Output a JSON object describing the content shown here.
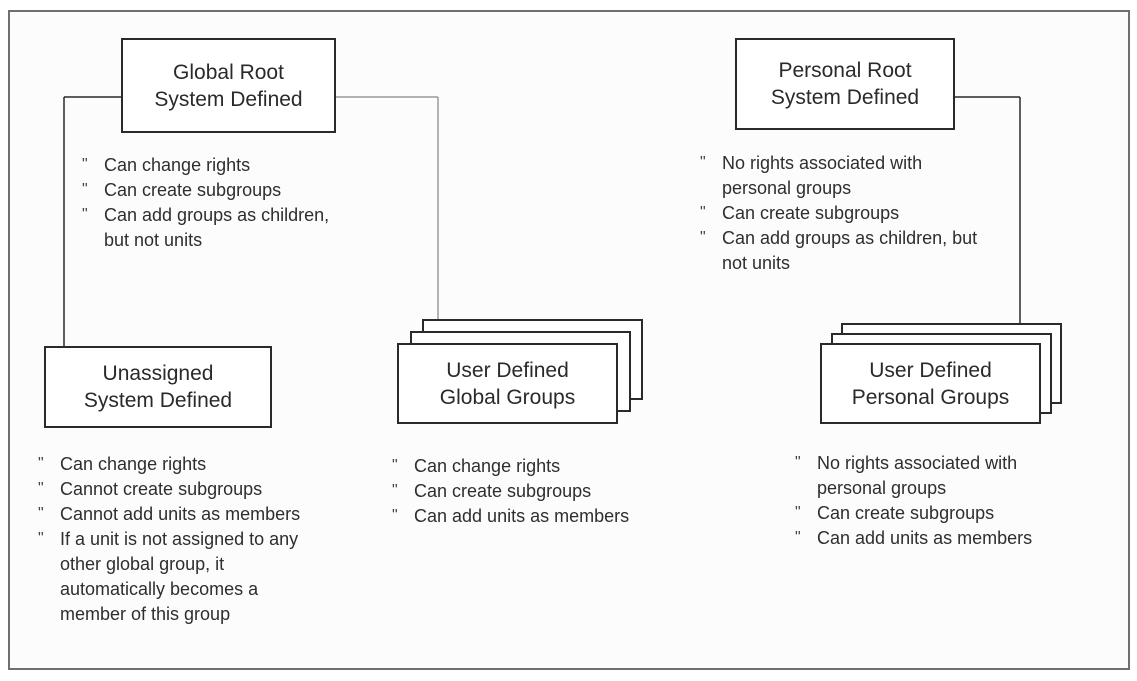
{
  "colors": {
    "frame": "#6f6f6f",
    "box_border": "#2a2a2a",
    "connector": "#2a2a2a",
    "connector_light": "#9a9a9a",
    "text": "#2a2a2a"
  },
  "bullet_mark": "\"",
  "nodes": {
    "global_root": {
      "lines": [
        "Global Root",
        "System Defined"
      ]
    },
    "personal_root": {
      "lines": [
        "Personal Root",
        "System Defined"
      ]
    },
    "unassigned": {
      "lines": [
        "Unassigned",
        "System Defined"
      ]
    },
    "user_global": {
      "lines": [
        "User Defined",
        "Global Groups"
      ]
    },
    "user_personal": {
      "lines": [
        "User Defined",
        "Personal Groups"
      ]
    }
  },
  "notes": {
    "global_root": [
      {
        "lines": [
          "Can change rights"
        ]
      },
      {
        "lines": [
          "Can create subgroups"
        ]
      },
      {
        "lines": [
          "Can add groups as children,",
          "but not units"
        ]
      }
    ],
    "personal_root": [
      {
        "lines": [
          "No rights associated with",
          "personal groups"
        ]
      },
      {
        "lines": [
          "Can create subgroups"
        ]
      },
      {
        "lines": [
          "Can add groups as children, but",
          "not units"
        ]
      }
    ],
    "unassigned": [
      {
        "lines": [
          "Can change rights"
        ]
      },
      {
        "lines": [
          "Cannot create subgroups"
        ]
      },
      {
        "lines": [
          "Cannot add units as members"
        ]
      },
      {
        "lines": [
          "If a unit is not assigned to any",
          "other global group, it",
          "automatically becomes a",
          "member of this group"
        ]
      }
    ],
    "user_global": [
      {
        "lines": [
          "Can change rights"
        ]
      },
      {
        "lines": [
          "Can create subgroups"
        ]
      },
      {
        "lines": [
          "Can add units as members"
        ]
      }
    ],
    "user_personal": [
      {
        "lines": [
          "No rights associated with",
          "personal groups"
        ]
      },
      {
        "lines": [
          "Can create subgroups"
        ]
      },
      {
        "lines": [
          "Can add units as members"
        ]
      }
    ]
  }
}
